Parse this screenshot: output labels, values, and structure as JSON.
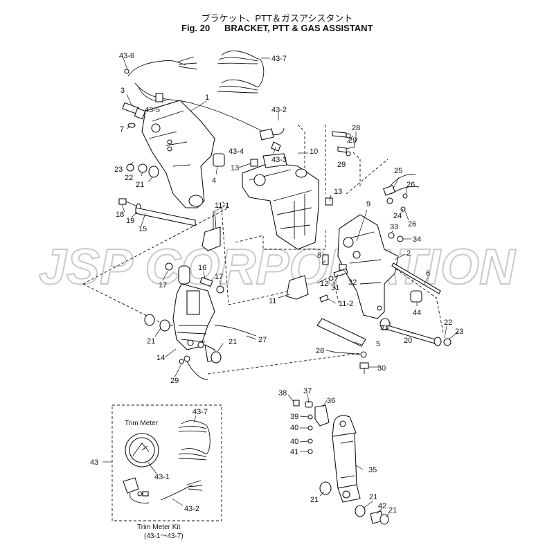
{
  "header": {
    "title_jp": "ブラケット、PTT＆ガスアシスタント",
    "fig": "Fig. 20",
    "title_en": "BRACKET, PTT & GAS ASSISTANT"
  },
  "watermark": "JSP CORPORATION",
  "callouts": [
    "43-6",
    "43-7",
    "3",
    "43-5",
    "1",
    "7",
    "43-2",
    "28",
    "43-4",
    "29",
    "10",
    "43-3",
    "29",
    "23",
    "22",
    "21",
    "13",
    "4",
    "13",
    "25",
    "26",
    "18",
    "19",
    "15",
    "11-1",
    "9",
    "24",
    "26",
    "33",
    "34",
    "2",
    "8",
    "16",
    "17",
    "17",
    "6",
    "32",
    "31",
    "12",
    "11",
    "11-2",
    "44",
    "21",
    "22",
    "23",
    "20",
    "21",
    "27",
    "5",
    "14",
    "21",
    "28",
    "30",
    "29",
    "38",
    "37",
    "36",
    "39",
    "40",
    "40",
    "41",
    "35",
    "21",
    "21",
    "42",
    "21",
    "43",
    "43-7",
    "43-1",
    "43-2"
  ],
  "kit": {
    "trim_meter": "Trim Meter",
    "kit_name": "Trim Meter Kit",
    "kit_range": "(43-1〜43-7)"
  }
}
